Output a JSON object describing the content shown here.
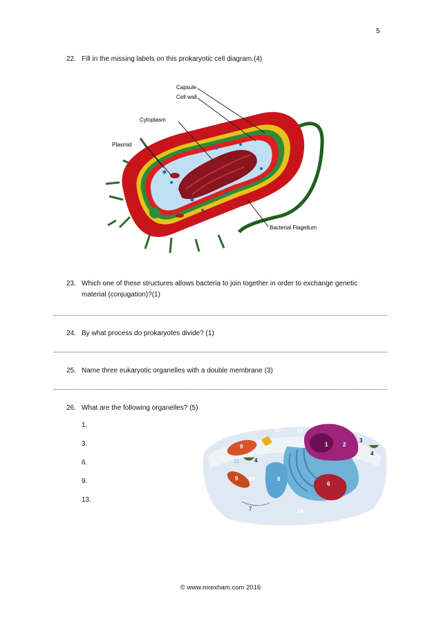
{
  "page_number": "5",
  "questions": [
    {
      "number": "22.",
      "text": "Fill in the missing labels on this prokaryotic cell diagram.(4)"
    },
    {
      "number": "23.",
      "line1": "Which one of these structures allows bacteria to join together in order to exchange genetic",
      "line2": "material (conjugation)?(1)"
    },
    {
      "number": "24.",
      "text": "By what process do prokaryotes divide? (1)"
    },
    {
      "number": "25.",
      "text": "Name three eukaryotic organelles with a double membrane (3)"
    },
    {
      "number": "26.",
      "text": "What are the following organelles? (5)"
    }
  ],
  "answer_items": [
    "1.",
    "3.",
    "6.",
    "9.",
    "13."
  ],
  "prokaryote_labels": {
    "capsule": "Capsule",
    "cell_wall": "Cell wall",
    "cytoplasm": "Cytoplasm",
    "plasmid": "Plasmid",
    "flagellum": "Bacterial Flagellum"
  },
  "eukaryote_numbers": [
    "1",
    "2",
    "3",
    "4",
    "4",
    "6",
    "7",
    "8",
    "9",
    "9",
    "10",
    "10",
    "11",
    "12",
    "13",
    "14"
  ],
  "footer": "© www.mrexham.com 2016"
}
